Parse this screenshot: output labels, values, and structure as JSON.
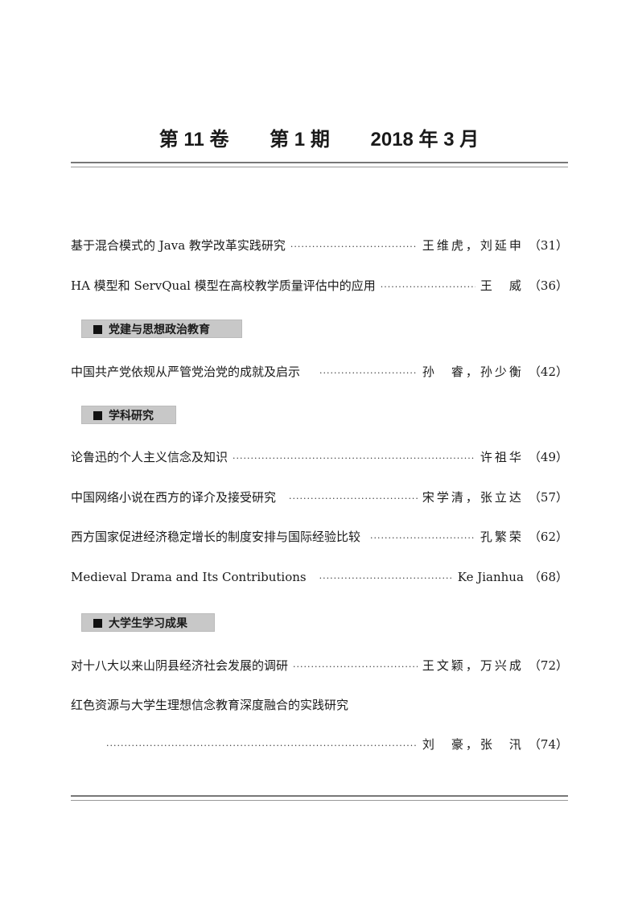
{
  "header": {
    "volume": "第 11 卷",
    "issue": "第 1 期",
    "date": "2018 年 3 月"
  },
  "entries": [
    {
      "title": "基于混合模式的 Java 教学改革实践研究",
      "authors": "王维虎，刘延申",
      "page": "（31）"
    },
    {
      "title": "HA 模型和 ServQual 模型在高校教学质量评估中的应用",
      "authors": "王　威",
      "page": "（36）"
    },
    {
      "title": "中国共产党依规从严管党治党的成就及启示",
      "authors": "孙　睿，孙少衡",
      "page": "（42）"
    },
    {
      "title": "论鲁迅的个人主义信念及知识",
      "authors": "许祖华",
      "page": "（49）"
    },
    {
      "title": "中国网络小说在西方的译介及接受研究",
      "authors": "宋学清，张立达",
      "page": "（57）"
    },
    {
      "title": "西方国家促进经济稳定增长的制度安排与国际经验比较",
      "authors": "孔繁荣",
      "page": "（62）"
    },
    {
      "title": "Medieval Drama and Its Contributions",
      "authors": "Ke Jianhua",
      "page": "（68）"
    },
    {
      "title": "对十八大以来山阴县经济社会发展的调研",
      "authors": "王文颖，万兴成",
      "page": "（72）"
    },
    {
      "title": "红色资源与大学生理想信念教育深度融合的实践研究",
      "authors": "刘　豪，张　汛",
      "page": "（74）"
    }
  ],
  "sections": [
    "党建与思想政治教育",
    "学科研究",
    "大学生学习成果"
  ]
}
